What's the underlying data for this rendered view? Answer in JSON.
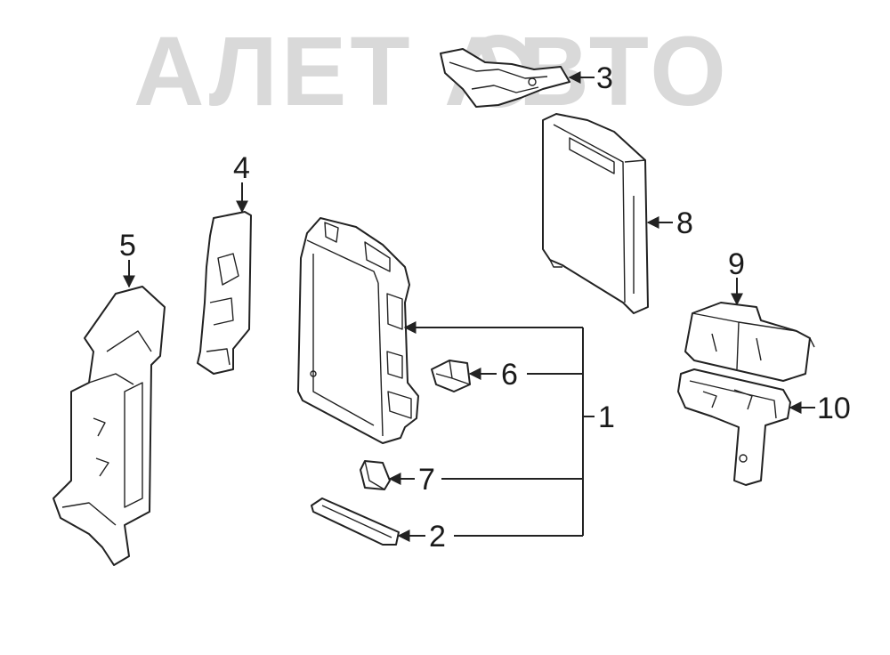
{
  "watermark": {
    "text": "АЛЕТ АВТО"
  },
  "callouts": [
    {
      "id": "1",
      "label": "1"
    },
    {
      "id": "2",
      "label": "2"
    },
    {
      "id": "3",
      "label": "3"
    },
    {
      "id": "4",
      "label": "4"
    },
    {
      "id": "5",
      "label": "5"
    },
    {
      "id": "6",
      "label": "6"
    },
    {
      "id": "7",
      "label": "7"
    },
    {
      "id": "8",
      "label": "8"
    },
    {
      "id": "9",
      "label": "9"
    },
    {
      "id": "10",
      "label": "10"
    }
  ],
  "colors": {
    "line": "#222222",
    "watermark": "#d9d9d9",
    "background": "#ffffff"
  }
}
